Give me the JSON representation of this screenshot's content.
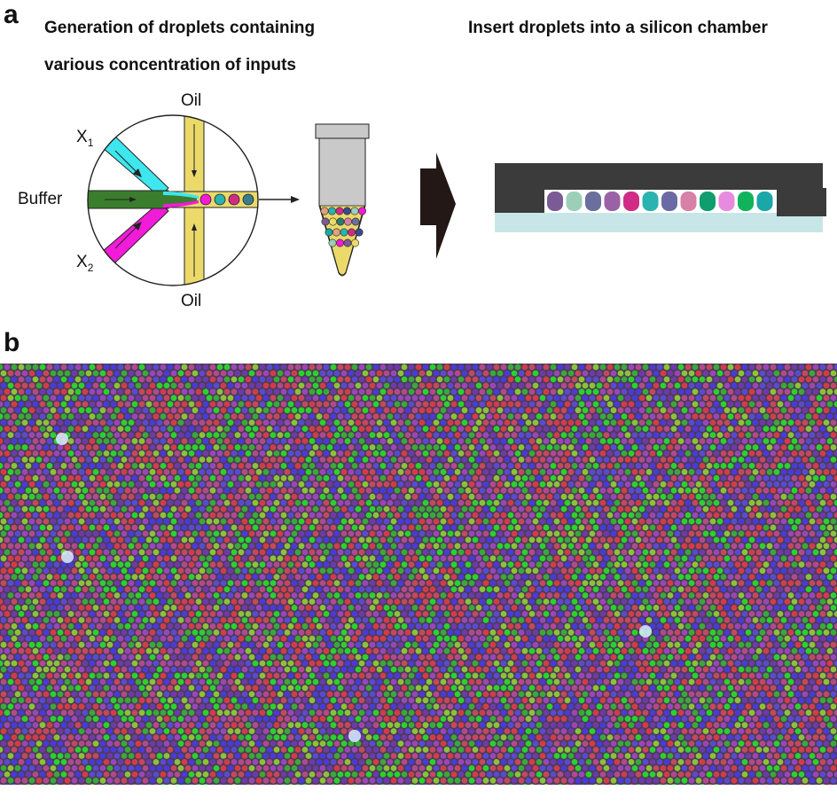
{
  "panel_a": {
    "letter": "a",
    "heading_left_line1": "Generation of droplets containing",
    "heading_left_line2": "various concentration of inputs",
    "heading_right": "Insert droplets into a silicon chamber",
    "labels": {
      "oil_top": "Oil",
      "oil_bottom": "Oil",
      "x1_main": "X",
      "x1_sub": "1",
      "x2_main": "X",
      "x2_sub": "2",
      "buffer": "Buffer"
    },
    "colors": {
      "x1_channel": "#3ee6ee",
      "buffer_channel": "#3a7d2c",
      "x2_channel": "#f21bd9",
      "oil_channel": "#ebd96a",
      "tube_body": "#c9c9c9",
      "chamber_lid": "#3b3b3b",
      "chamber_base": "#c8e6e8"
    },
    "chamber_droplet_colors": [
      "#7b5b96",
      "#9ccfb8",
      "#6a6f9c",
      "#9a62a6",
      "#d02b86",
      "#2ab3b0",
      "#6b6aa5",
      "#d780a8",
      "#0f9e6e",
      "#e88ae0",
      "#11b35a",
      "#1aa7a8"
    ]
  },
  "panel_b": {
    "letter": "b",
    "droplet_palette": [
      "#d23c4a",
      "#2bd12e",
      "#4a3ad8",
      "#9a46b8",
      "#6d3aa8",
      "#c4485e",
      "#3aa83a",
      "#5a4ad0",
      "#b14a8c",
      "#8cc23a"
    ]
  }
}
